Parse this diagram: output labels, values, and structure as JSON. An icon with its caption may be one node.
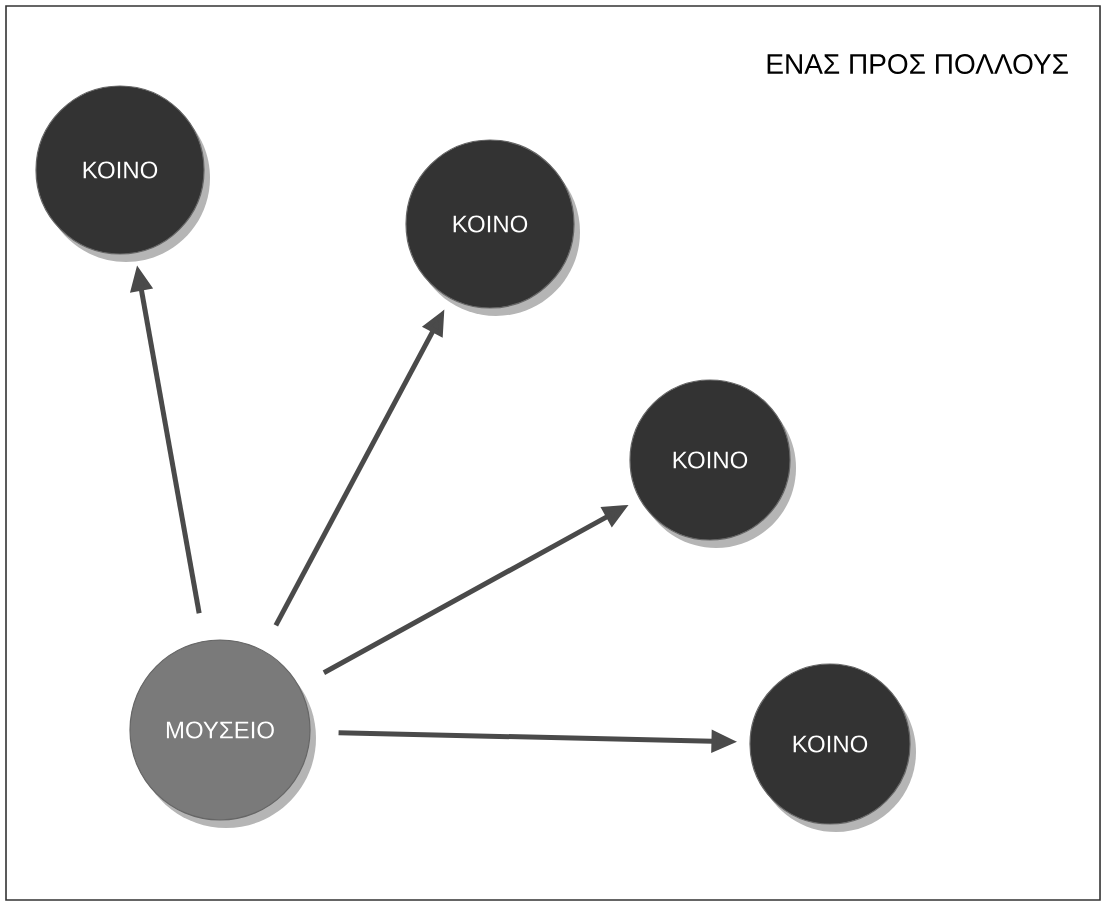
{
  "diagram": {
    "title": "ΕΝΑΣ ΠΡΟΣ ΠΟΛΛΟΥΣ",
    "nodes": [
      {
        "text": [
          "ΚΟΙΝΟ"
        ]
      },
      {
        "text": [
          "ΚΟΙΝΟ"
        ]
      },
      {
        "text": [
          "ΚΟΙΝΟ"
        ]
      },
      {
        "text": [
          "ΜΟΥΣΕΙΟ"
        ]
      },
      {
        "text": [
          "ΚΟΙΝΟ"
        ]
      }
    ],
    "edges": [
      {
        "from": 3,
        "to": 0,
        "arrow": "to"
      },
      {
        "from": 3,
        "to": 1,
        "arrow": "to"
      },
      {
        "from": 3,
        "to": 2,
        "arrow": "to"
      },
      {
        "from": 3,
        "to": 4,
        "arrow": "to"
      }
    ]
  }
}
